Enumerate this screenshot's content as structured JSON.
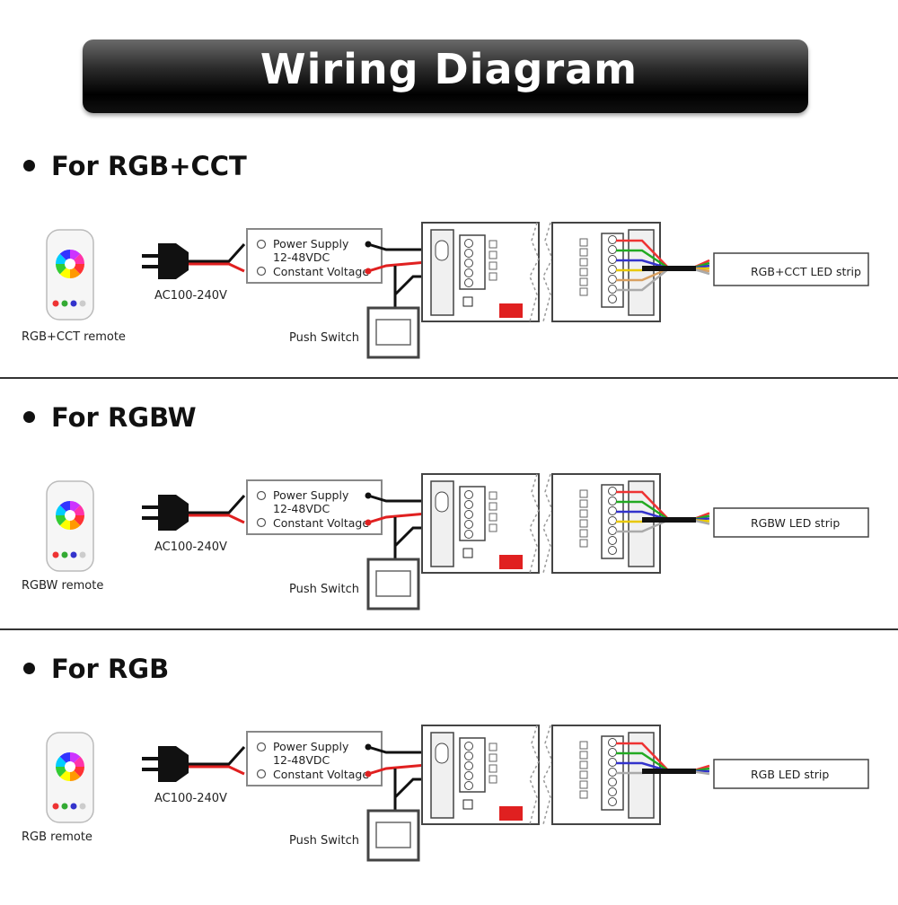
{
  "title": "Wiring Diagram",
  "common": {
    "power_supply": [
      "Power Supply",
      "12-48VDC",
      "Constant Voltage"
    ],
    "ac_label": "AC100-240V",
    "push_switch": "Push Switch"
  },
  "sections": [
    {
      "heading": "For RGB+CCT",
      "remote_label": "RGB+CCT remote",
      "strip_label": "RGB+CCT LED strip",
      "channels": 5,
      "wire_colors": [
        "#e33",
        "#2a2",
        "#33c",
        "#e8c800",
        "#d8a060",
        "#aaa"
      ]
    },
    {
      "heading": "For RGBW",
      "remote_label": "RGBW remote",
      "strip_label": "RGBW LED strip",
      "channels": 4,
      "wire_colors": [
        "#e33",
        "#2a2",
        "#33c",
        "#e8c800",
        "#aaa"
      ]
    },
    {
      "heading": "For RGB",
      "remote_label": "RGB remote",
      "strip_label": "RGB LED strip",
      "channels": 3,
      "wire_colors": [
        "#e33",
        "#2a2",
        "#33c",
        "#aaa"
      ]
    }
  ],
  "colors": {
    "banner": "#000000",
    "accent_red": "#e02020"
  }
}
